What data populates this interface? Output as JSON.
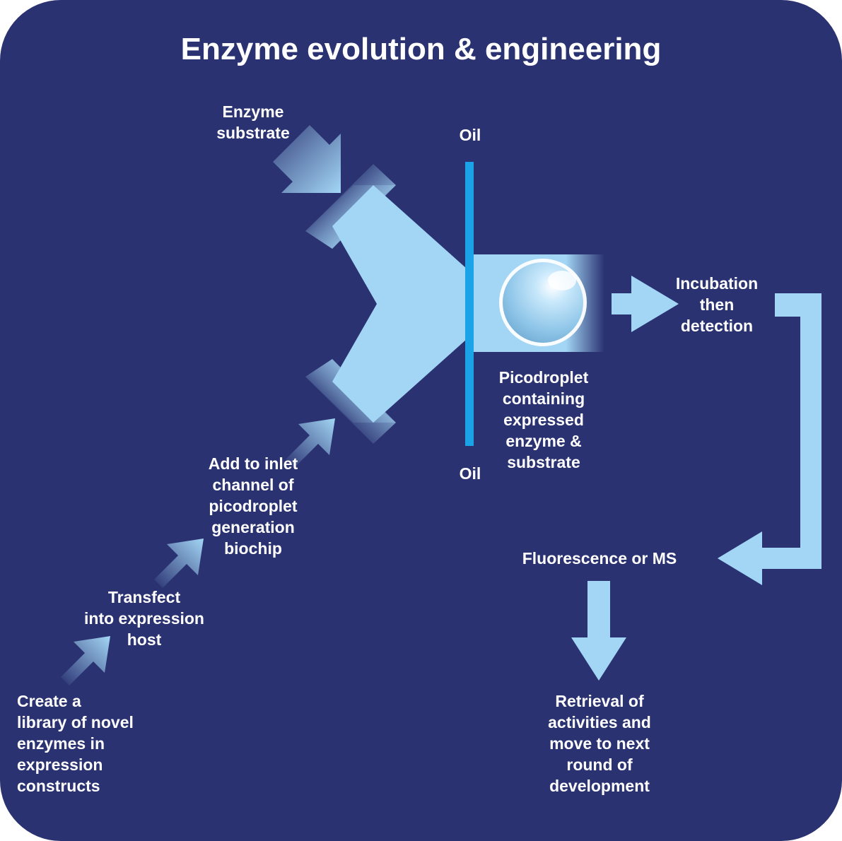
{
  "title": "Enzyme evolution & engineering",
  "labels": {
    "enzyme_substrate": [
      "Enzyme",
      "substrate"
    ],
    "oil_top": "Oil",
    "oil_bottom": "Oil",
    "incubation": [
      "Incubation",
      "then",
      "detection"
    ],
    "picodroplet": [
      "Picodroplet",
      "containing",
      "expressed",
      "enzyme &",
      "substrate"
    ],
    "add_to_inlet": [
      "Add to inlet",
      "channel of",
      "picodroplet",
      "generation",
      "biochip"
    ],
    "transfect": [
      "Transfect",
      "into expression",
      "host"
    ],
    "create_library": [
      "Create a",
      "library of novel",
      "enzymes in",
      "expression",
      "constructs"
    ],
    "fluorescence": "Fluorescence or MS",
    "retrieval": [
      "Retrieval of",
      "activities and",
      "move to next",
      "round of",
      "development"
    ]
  },
  "colors": {
    "background": "#2a3271",
    "channel": "#a3d6f5",
    "oil_line": "#1aa3e6",
    "text": "#ffffff"
  },
  "icons": {
    "droplet": "sphere-droplet-icon",
    "flow_arrows": "arrow-icon"
  }
}
